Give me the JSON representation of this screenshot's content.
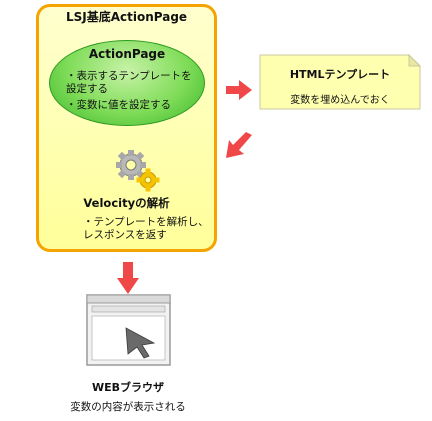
{
  "main_panel": {
    "title": "LSJ基底ActionPage"
  },
  "action_page": {
    "title": "ActionPage",
    "bullets": [
      "・表示するテンプレートを\n  設定する",
      "・変数に値を設定する"
    ]
  },
  "velocity": {
    "title": "Velocityの解析",
    "bullets": [
      "・テンプレートを解析し、\nレスポンスを返す"
    ]
  },
  "html_template": {
    "title": "HTMLテンプレート",
    "text": "変数を埋め込んでおく"
  },
  "browser": {
    "title": "WEBブラウザ",
    "text": "変数の内容が表示される"
  },
  "colors": {
    "panel_border": "#f5a300",
    "panel_fill": "#ffff9a",
    "ellipse_fill": "#7fdc58",
    "arrow": "#f04848",
    "note_fill": "#ffffb0"
  },
  "icons": [
    "gears-icon",
    "browser-window-icon",
    "cursor-arrow-icon",
    "arrow-icon"
  ]
}
